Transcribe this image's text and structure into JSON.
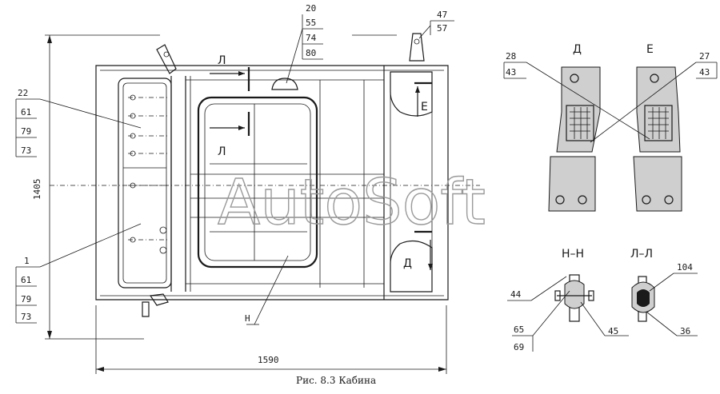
{
  "caption": "Рис. 8.3 Кабина",
  "watermark": "AutoSoft",
  "dimensions": {
    "height": "1405",
    "width": "1590"
  },
  "callouts": {
    "c20": [
      "20",
      "55",
      "74",
      "80"
    ],
    "c47": [
      "47",
      "57"
    ],
    "c22": [
      "22",
      "61",
      "79",
      "73"
    ],
    "c1": [
      "1",
      "61",
      "79",
      "73"
    ],
    "c28": [
      "28",
      "43"
    ],
    "c27": [
      "27",
      "43"
    ],
    "c44": "44",
    "c65": [
      "65",
      "69"
    ],
    "c45": "45",
    "c104": "104",
    "c36": "36",
    "cH": "Н"
  },
  "section_marks": {
    "L": "Л",
    "E": "Е",
    "D": "Д"
  },
  "views": {
    "d": "Д",
    "e": "Е",
    "hh": "Н–Н",
    "ll": "Л–Л"
  }
}
